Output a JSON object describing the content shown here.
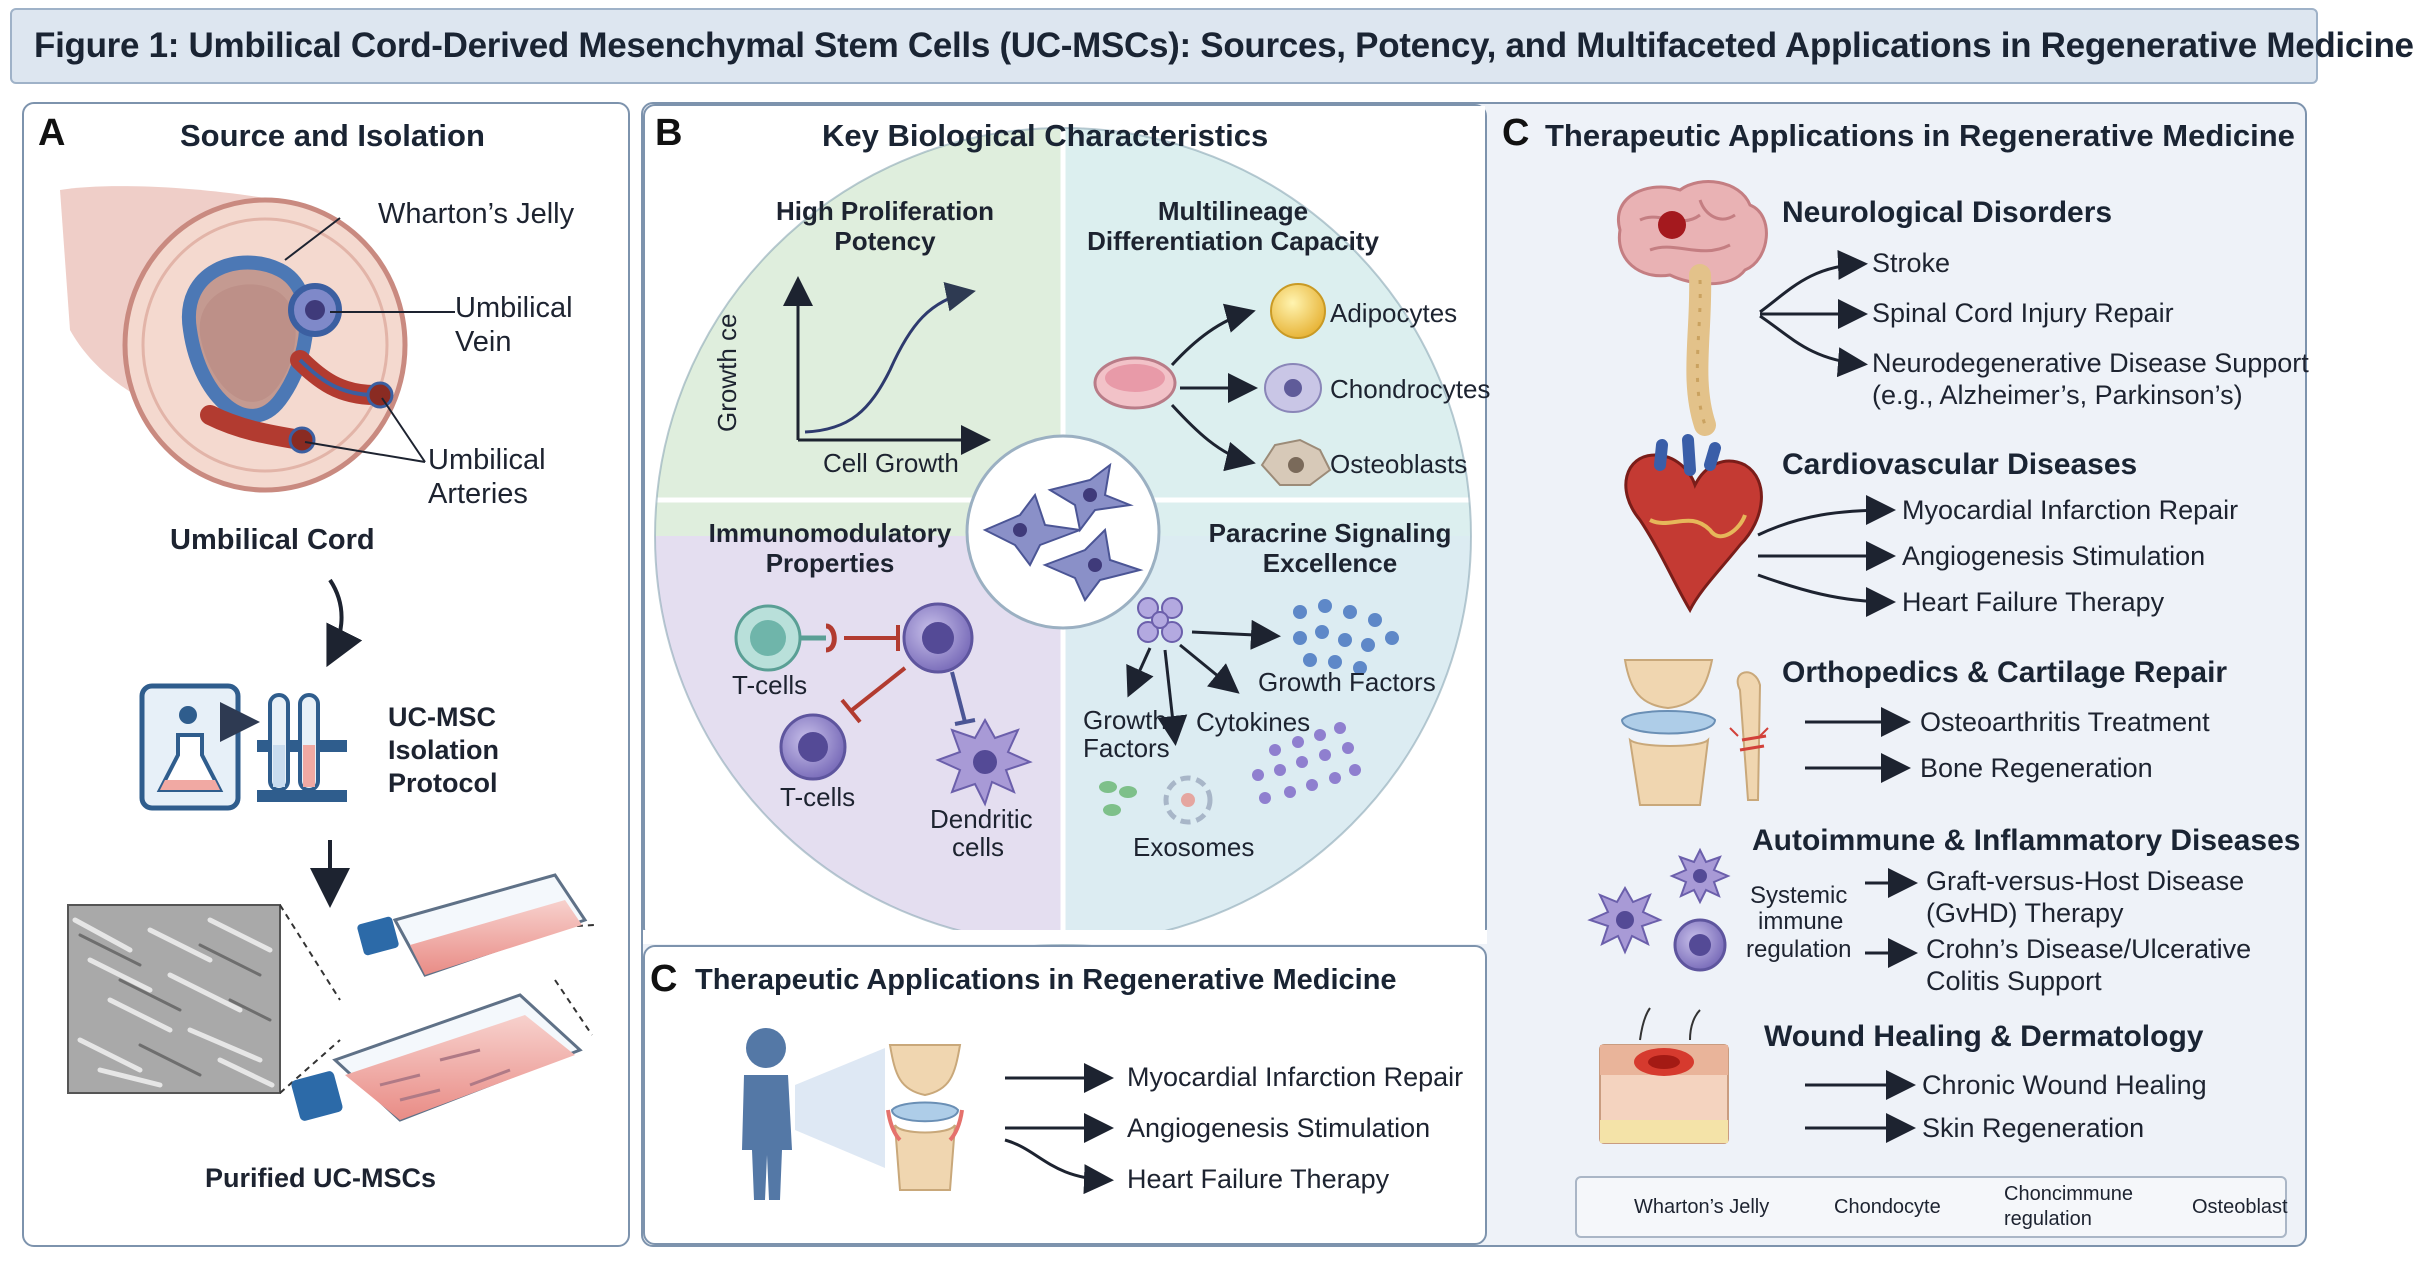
{
  "figure_title": "Figure 1: Umbilical Cord-Derived Mesenchymal Stem Cells (UC-MSCs): Sources, Potency, and Multifaceted Applications in Regenerative Medicine",
  "panel_a": {
    "letter": "A",
    "heading": "Source and Isolation",
    "wharton": "Wharton’s Jelly",
    "vein_1": "Umbilical",
    "vein_2": "Vein",
    "arteries_1": "Umbilical",
    "arteries_2": "Arteries",
    "cord": "Umbilical Cord",
    "protocol_1": "UC-MSC",
    "protocol_2": "Isolation",
    "protocol_3": "Protocol",
    "purified": "Purified UC-MSCs"
  },
  "panel_b": {
    "letter": "B",
    "heading": "Key Biological Characteristics",
    "q1_title_1": "High Proliferation",
    "q1_title_2": "Potency",
    "q1_ylabel": "Growth ce",
    "q1_xlabel": "Cell Growth",
    "q2_title_1": "Multilineage",
    "q2_title_2": "Differentiation Capacity",
    "adipocytes": "Adipocytes",
    "chondrocytes": "Chondrocytes",
    "osteoblasts": "Osteoblasts",
    "q3_title_1": "Immunomodulatory",
    "q3_title_2": "Properties",
    "tcells_1": "T-cells",
    "tcells_2": "T-cells",
    "dendritic_1": "Dendritic",
    "dendritic_2": "cells",
    "q4_title_1": "Paracrine Signaling",
    "q4_title_2": "Excellence",
    "growth_factors_right": "Growth Factors",
    "growth_factors_left_1": "Growth",
    "growth_factors_left_2": "Factors",
    "cytokines": "Cytokines",
    "exosomes": "Exosomes"
  },
  "panel_c_bottom": {
    "letter": "C",
    "heading": "Therapeutic Applications in Regenerative Medicine",
    "items": [
      "Myocardial Infarction Repair",
      "Angiogenesis Stimulation",
      "Heart Failure Therapy"
    ]
  },
  "panel_c": {
    "letter": "C",
    "heading": "Therapeutic Applications in Regenerative Medicine",
    "neuro": {
      "title": "Neurological Disorders",
      "items": [
        "Stroke",
        "Spinal Cord Injury Repair",
        "Neurodegenerative Disease Support",
        "(e.g., Alzheimer’s, Parkinson’s)"
      ]
    },
    "cardio": {
      "title": "Cardiovascular Diseases",
      "items": [
        "Myocardial Infarction Repair",
        "Angiogenesis Stimulation",
        "Heart Failure Therapy"
      ]
    },
    "ortho": {
      "title": "Orthopedics & Cartilage Repair",
      "items": [
        "Osteoarthritis Treatment",
        "Bone Regeneration"
      ]
    },
    "auto": {
      "title": "Autoimmune & Inflammatory Diseases",
      "side_1": "Systemic",
      "side_2": "immune",
      "side_3": "regulation",
      "items": [
        "Graft-versus-Host Disease",
        "(GvHD) Therapy",
        "Crohn’s Disease/Ulcerative",
        "Colitis Support"
      ]
    },
    "wound": {
      "title": "Wound Healing & Dermatology",
      "items": [
        "Chronic Wound Healing",
        "Skin Regeneration"
      ]
    }
  },
  "legend": {
    "wharton": "Wharton’s Jelly",
    "chondocyte": "Chondocyte",
    "immune_1": "Choncimmune",
    "immune_2": "regulation",
    "osteoblast": "Osteoblast"
  },
  "colors": {
    "panel_border": "#7d93ad",
    "title_bg": "#dde6f0",
    "q1_green": "#dfeedd",
    "q2_teal": "#dcefef",
    "q3_purple": "#e4def0",
    "q4_blue": "#dcecf2",
    "cell_purple": "#8679c2",
    "flask_pink": "#f1a9a3"
  }
}
